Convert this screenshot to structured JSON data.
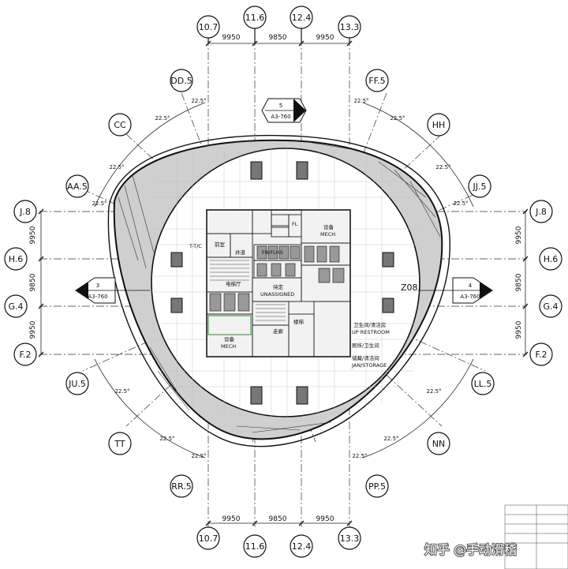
{
  "grid": {
    "top_columns": [
      "10.7",
      "11.6",
      "12.4",
      "13.3"
    ],
    "bottom_columns": [
      "10.7",
      "11.6",
      "12.4",
      "13.3"
    ],
    "top_spacings": [
      "9950",
      "9850",
      "9950"
    ],
    "bottom_spacings": [
      "9950",
      "9850",
      "9950"
    ],
    "left_rows": [
      "J.8",
      "H.6",
      "G.4",
      "F.2"
    ],
    "right_rows": [
      "J.8",
      "H.6",
      "G.4",
      "F.2"
    ],
    "left_spacings": [
      "9950",
      "9850",
      "9950"
    ],
    "right_spacings": [
      "9950",
      "9850",
      "9950"
    ],
    "radial_top_left": [
      "DD.5",
      "CC",
      "AA.5"
    ],
    "radial_top_right": [
      "FF.5",
      "HH",
      "JJ.5"
    ],
    "radial_bottom_left": [
      "JU.5",
      "TT",
      "RR.5"
    ],
    "radial_bottom_right": [
      "LL.5",
      "NN",
      "PP.5"
    ],
    "angle_label": "22.5°"
  },
  "section_marks": {
    "top": {
      "number": "5",
      "sheet": "A3-760"
    },
    "left": {
      "number": "3",
      "sheet": "A3-760"
    },
    "right": {
      "number": "4",
      "sheet": "A3-760"
    }
  },
  "rooms": {
    "mech_top": "设备",
    "mech_top_en": "MECH",
    "lobby": "前室",
    "shaft": "井道",
    "stair": "楼梯",
    "elevator_hall": "电梯厅",
    "unassigned": "待定",
    "unassigned_en": "UNASSIGNED",
    "corridor": "走廊",
    "mech_bottom": "设备",
    "mech_bottom_en": "MECH",
    "fl_label": "FL",
    "fr_fl": "FR/FLHS",
    "restroom": "卫生间/清洁房",
    "restroom_en": "UP RESTROOM",
    "toilet_room": "厕所/卫生间",
    "storage": "储藏/清洁间",
    "storage_en": "JAN/STORAGE",
    "core_marker": "Z08",
    "tc_mark": "T-T/C"
  },
  "watermark": "知乎 @手动滑稽"
}
